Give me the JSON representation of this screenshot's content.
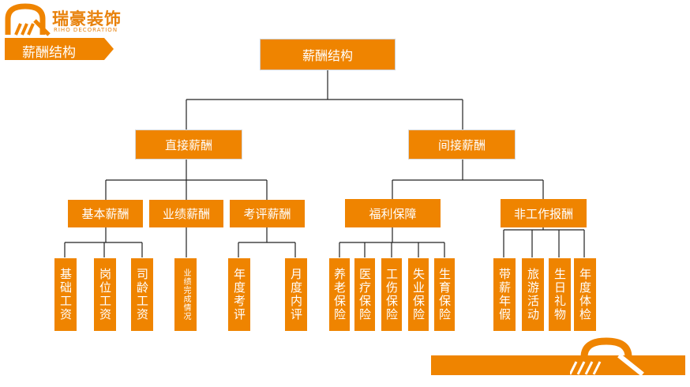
{
  "brand": {
    "name": "瑞豪装饰",
    "subtitle": "RIHO DECORATION",
    "accent": "#ef8400"
  },
  "section_title": "薪酬结构",
  "root": "薪酬结构",
  "level1": [
    {
      "label": "直接薪酬"
    },
    {
      "label": "间接薪酬"
    }
  ],
  "level2": [
    {
      "label": "基本薪酬"
    },
    {
      "label": "业绩薪酬"
    },
    {
      "label": "考评薪酬"
    },
    {
      "label": "福利保障"
    },
    {
      "label": "非工作报酬"
    }
  ],
  "level3": [
    {
      "label": "基础工资"
    },
    {
      "label": "岗位工资"
    },
    {
      "label": "司龄工资"
    },
    {
      "label": "业绩完成情况"
    },
    {
      "label": "年度考评"
    },
    {
      "label": "月度内评"
    },
    {
      "label": "养老保险"
    },
    {
      "label": "医疗保险"
    },
    {
      "label": "工伤保险"
    },
    {
      "label": "失业保险"
    },
    {
      "label": "生育保险"
    },
    {
      "label": "带薪年假"
    },
    {
      "label": "旅游活动"
    },
    {
      "label": "生日礼物"
    },
    {
      "label": "年度体检"
    }
  ]
}
